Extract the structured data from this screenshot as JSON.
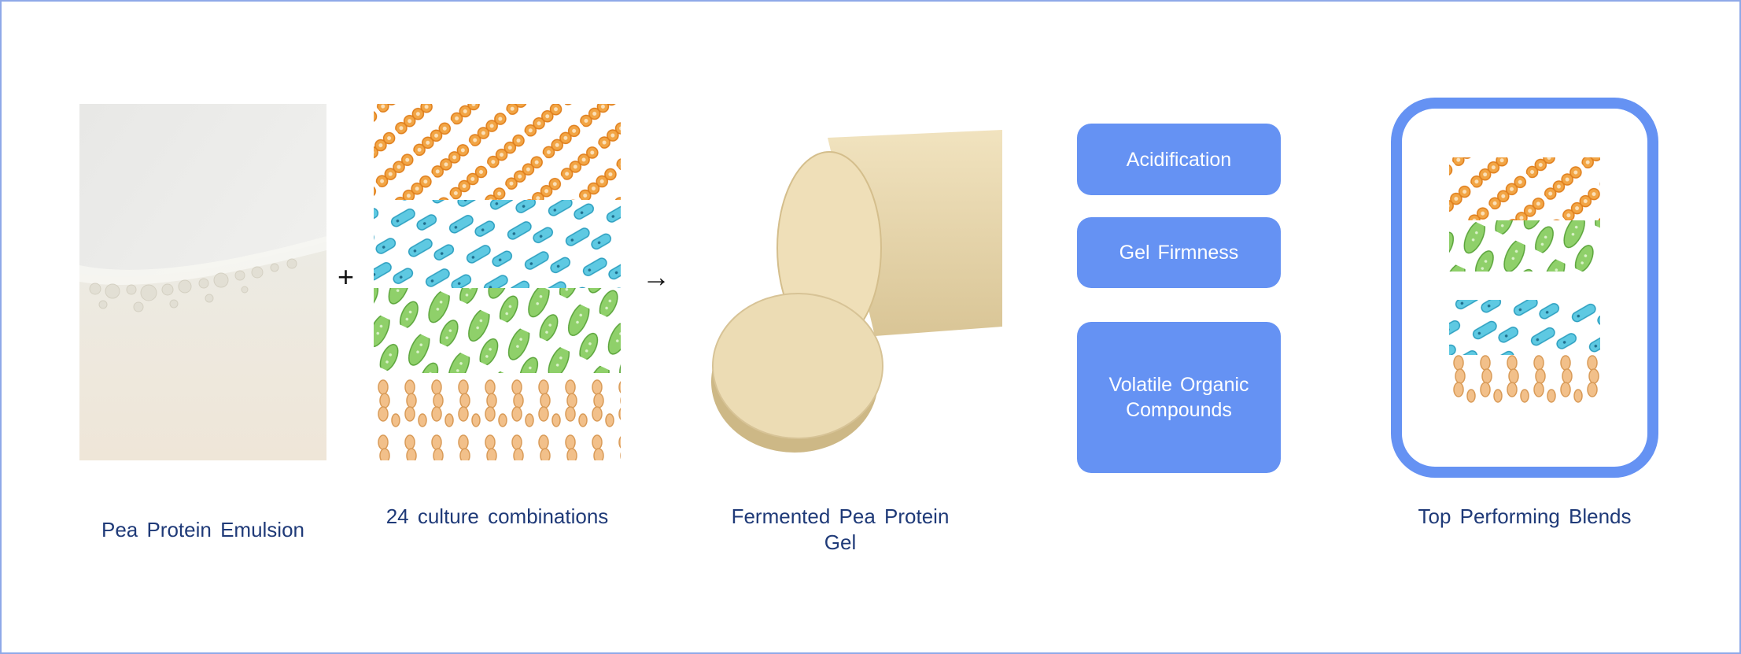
{
  "operators": {
    "plus": "+",
    "arrow": "→"
  },
  "steps": [
    {
      "caption": "Pea Protein Emulsion"
    },
    {
      "caption": "24 culture combinations"
    },
    {
      "caption_line1": "Fermented Pea Protein",
      "caption_line2": "Gel"
    }
  ],
  "metrics": [
    "Acidification",
    "Gel Firmness",
    "Volatile Organic Compounds"
  ],
  "result": {
    "caption": "Top Performing Blends"
  },
  "colors": {
    "accent": "#6592f3",
    "caption": "#1f3a78",
    "culture_orange": "#f0a13f",
    "culture_blue": "#5ec9e2",
    "culture_green": "#8fd06a",
    "culture_tan": "#f2c08a",
    "gel": "#ecdcb4"
  }
}
